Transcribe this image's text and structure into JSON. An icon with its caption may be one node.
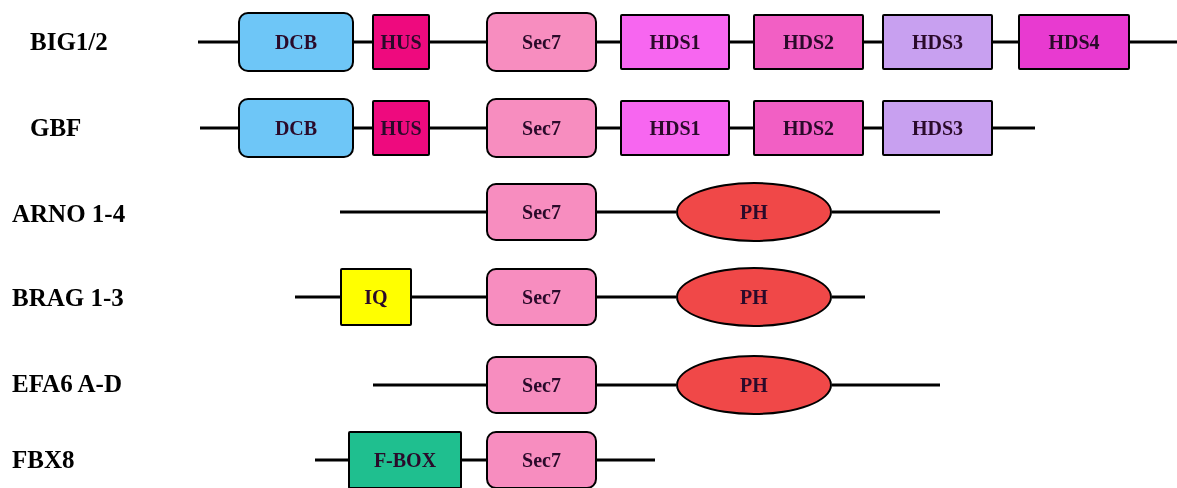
{
  "diagram": {
    "nodes": [
      {
        "text": [
          "DCB"
        ]
      },
      {
        "text": [
          "HUS"
        ]
      },
      {
        "text": [
          "Sec7"
        ]
      },
      {
        "text": [
          "HDS1"
        ]
      },
      {
        "text": [
          "HDS2"
        ]
      },
      {
        "text": [
          "HDS3"
        ]
      },
      {
        "text": [
          "HDS4"
        ]
      },
      {
        "text": [
          "DCB"
        ]
      },
      {
        "text": [
          "HUS"
        ]
      },
      {
        "text": [
          "Sec7"
        ]
      },
      {
        "text": [
          "HDS1"
        ]
      },
      {
        "text": [
          "HDS2"
        ]
      },
      {
        "text": [
          "HDS3"
        ]
      },
      {
        "text": [
          "Sec7"
        ]
      },
      {
        "text": [
          "PH"
        ]
      },
      {
        "text": [
          "IQ"
        ]
      },
      {
        "text": [
          "Sec7"
        ]
      },
      {
        "text": [
          "PH"
        ]
      },
      {
        "text": [
          "Sec7"
        ]
      },
      {
        "text": [
          "PH"
        ]
      },
      {
        "text": [
          "F-BOX"
        ]
      },
      {
        "text": [
          "Sec7"
        ]
      }
    ],
    "edges": [
      {
        "from": null,
        "to": 0,
        "arrow": "none"
      },
      {
        "from": 0,
        "to": 1,
        "arrow": "none"
      },
      {
        "from": 1,
        "to": 2,
        "arrow": "none"
      },
      {
        "from": 2,
        "to": 3,
        "arrow": "none"
      },
      {
        "from": 3,
        "to": 4,
        "arrow": "none"
      },
      {
        "from": 4,
        "to": 5,
        "arrow": "none"
      },
      {
        "from": 5,
        "to": 6,
        "arrow": "none"
      },
      {
        "from": 6,
        "to": null,
        "arrow": "none"
      },
      {
        "from": null,
        "to": 7,
        "arrow": "none"
      },
      {
        "from": 7,
        "to": 8,
        "arrow": "none"
      },
      {
        "from": 8,
        "to": 9,
        "arrow": "none"
      },
      {
        "from": 9,
        "to": 10,
        "arrow": "none"
      },
      {
        "from": 10,
        "to": 11,
        "arrow": "none"
      },
      {
        "from": 11,
        "to": 12,
        "arrow": "none"
      },
      {
        "from": 12,
        "to": null,
        "arrow": "none"
      },
      {
        "from": null,
        "to": 13,
        "arrow": "none"
      },
      {
        "from": 13,
        "to": 14,
        "arrow": "none"
      },
      {
        "from": 14,
        "to": null,
        "arrow": "none"
      },
      {
        "from": null,
        "to": 15,
        "arrow": "none"
      },
      {
        "from": 15,
        "to": 16,
        "arrow": "none"
      },
      {
        "from": 16,
        "to": 17,
        "arrow": "none"
      },
      {
        "from": 17,
        "to": null,
        "arrow": "none"
      },
      {
        "from": null,
        "to": 18,
        "arrow": "none"
      },
      {
        "from": 18,
        "to": 19,
        "arrow": "none"
      },
      {
        "from": 19,
        "to": null,
        "arrow": "none"
      },
      {
        "from": null,
        "to": 20,
        "arrow": "none"
      },
      {
        "from": 20,
        "to": 21,
        "arrow": "none"
      },
      {
        "from": 21,
        "to": null,
        "arrow": "none"
      }
    ],
    "labels": [
      "BIG1/2",
      "GBF",
      "ARNO 1-4",
      "BRAG 1-3",
      "EFA6 A-D",
      "FBX8"
    ]
  }
}
